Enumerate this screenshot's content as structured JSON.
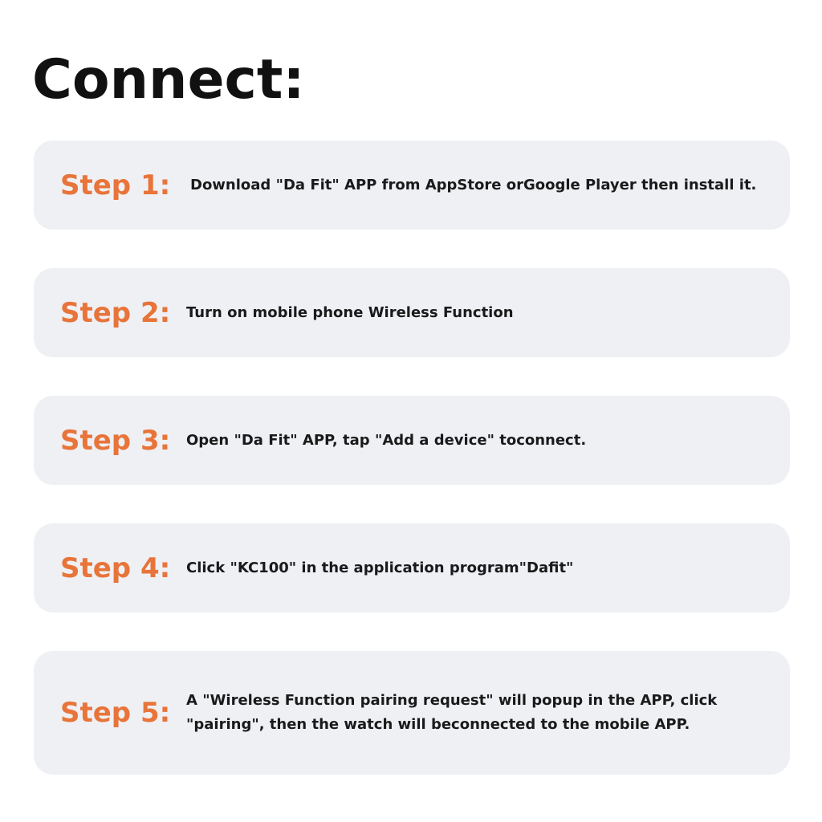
{
  "title": "Connect:",
  "steps": [
    {
      "label": "Step 1:",
      "text": "Download \"Da Fit\" APP from AppStore orGoogle Player then install it."
    },
    {
      "label": "Step 2:",
      "text": "Turn on mobile phone Wireless Function"
    },
    {
      "label": "Step 3:",
      "text": "Open \"Da Fit\" APP, tap \"Add a device\" toconnect."
    },
    {
      "label": "Step 4:",
      "text": "Click \"KC100\" in the application program\"Dafit\""
    },
    {
      "label": "Step 5:",
      "text": "A \"Wireless Function pairing request\" will popup in the APP, click \"pairing\", then the watch will beconnected to the mobile APP."
    }
  ],
  "colors": {
    "step_label": "#e8743a",
    "card_background": "#eef0f4",
    "title": "#111111",
    "body_text": "#1a1a1a"
  }
}
